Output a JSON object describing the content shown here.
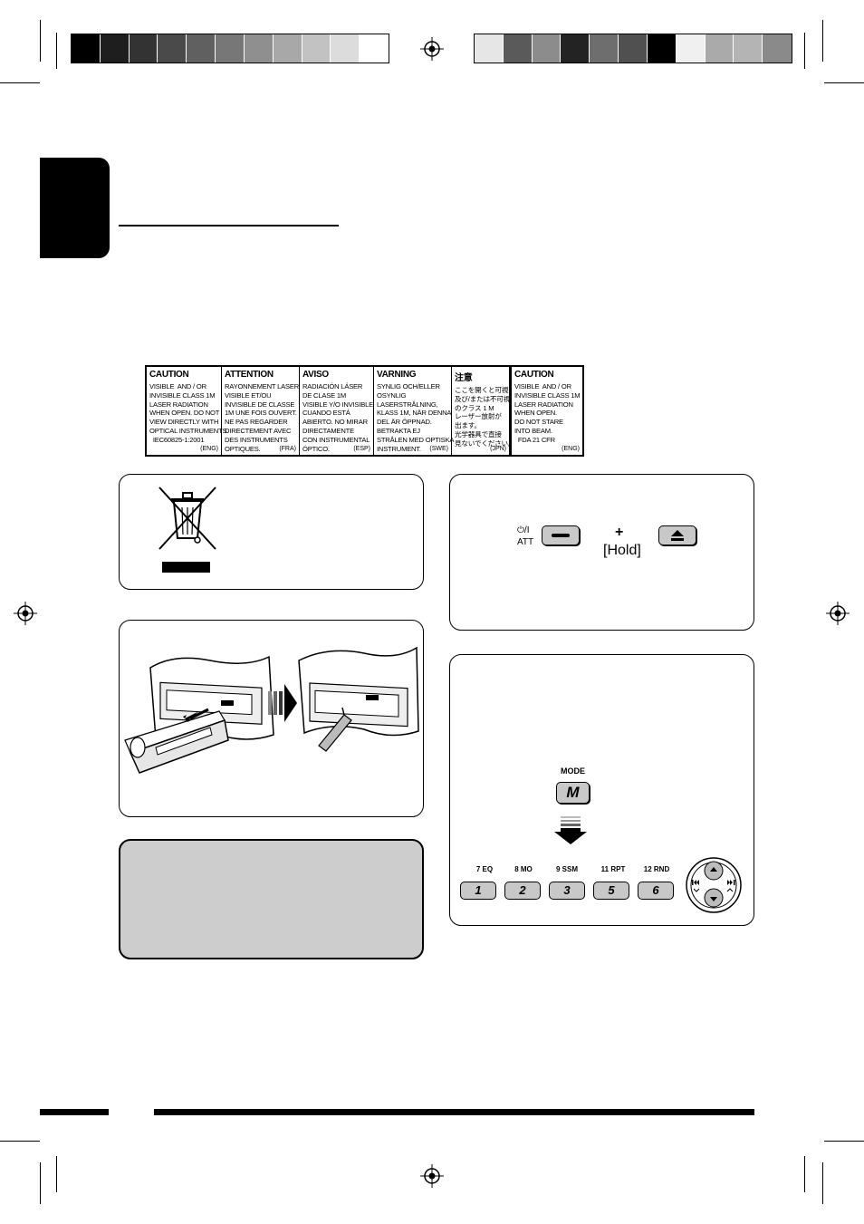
{
  "colors": {
    "left_bar": [
      "#000000",
      "#1e1e1e",
      "#333333",
      "#4a4a4a",
      "#606060",
      "#777777",
      "#8f8f8f",
      "#a8a8a8",
      "#c2c2c2",
      "#dcdcdc",
      "#ffffff"
    ],
    "right_bar": [
      "#e6e6e6",
      "#5a5a5a",
      "#8c8c8c",
      "#232323",
      "#6e6e6e",
      "#505050",
      "#000000",
      "#f0f0f0",
      "#aaaaaa",
      "#b4b4b4",
      "#8a8a8a"
    ]
  },
  "caution_label": [
    {
      "heading": "CAUTION",
      "text": "VISIBLE  AND / OR\nINVISIBLE CLASS 1M\nLASER RADIATION\nWHEN OPEN. DO NOT\nVIEW DIRECTLY WITH\nOPTICAL INSTRUMENTS.\n  IEC60825-1:2001",
      "code": "(ENG)"
    },
    {
      "heading": "ATTENTION",
      "text": "RAYONNEMENT LASER\nVISIBLE ET/OU\nINVISIBLE DE CLASSE\n1M UNE FOIS OUVERT.\nNE PAS REGARDER\nDIRECTEMENT AVEC\nDES INSTRUMENTS\nOPTIQUES.",
      "code": "(FRA)"
    },
    {
      "heading": "AVISO",
      "text": "RADIACIÓN LÁSER\nDE CLASE 1M\nVISIBLE Y/O INVISIBLE\nCUANDO ESTÁ\nABIERTO. NO MIRAR\nDIRECTAMENTE\nCON INSTRUMENTAL\nÓPTICO.",
      "code": "(ESP)"
    },
    {
      "heading": "VARNING",
      "text": "SYNLIG OCH/ELLER\nOSYNLIG\nLASERSTRÅLNING,\nKLASS 1M, NÄR DENNA\nDEL ÄR ÖPPNAD.\nBETRAKTA EJ\nSTRÅLEN MED OPTISKA\nINSTRUMENT.",
      "code": "(SWE)"
    },
    {
      "heading": "注意",
      "text": "ここを開くと可視\n及び/または不可視\nのクラス 1 M\nレーザー放射が\n出ます。\n光学器具で直接\n見ないでください。",
      "code": "(JPN)"
    },
    {
      "heading": "CAUTION",
      "text": "VISIBLE  AND / OR\nINVISIBLE CLASS 1M\nLASER RADIATION\nWHEN OPEN.\nDO NOT STARE\nINTO BEAM.\n  FDA 21 CFR",
      "code": "(ENG)"
    }
  ],
  "reset_panel": {
    "power_label": "⏻/I",
    "att_label": "ATT",
    "plus": "+",
    "hold_label": "[Hold]"
  },
  "mode_panel": {
    "mode_label": "MODE",
    "mode_key": "M",
    "buttons": [
      {
        "label": "7  EQ",
        "num": "1"
      },
      {
        "label": "8  MO",
        "num": "2"
      },
      {
        "label": "9  SSM",
        "num": "3"
      },
      {
        "label": "11  RPT",
        "num": "5"
      },
      {
        "label": "12  RND",
        "num": "6"
      }
    ]
  }
}
